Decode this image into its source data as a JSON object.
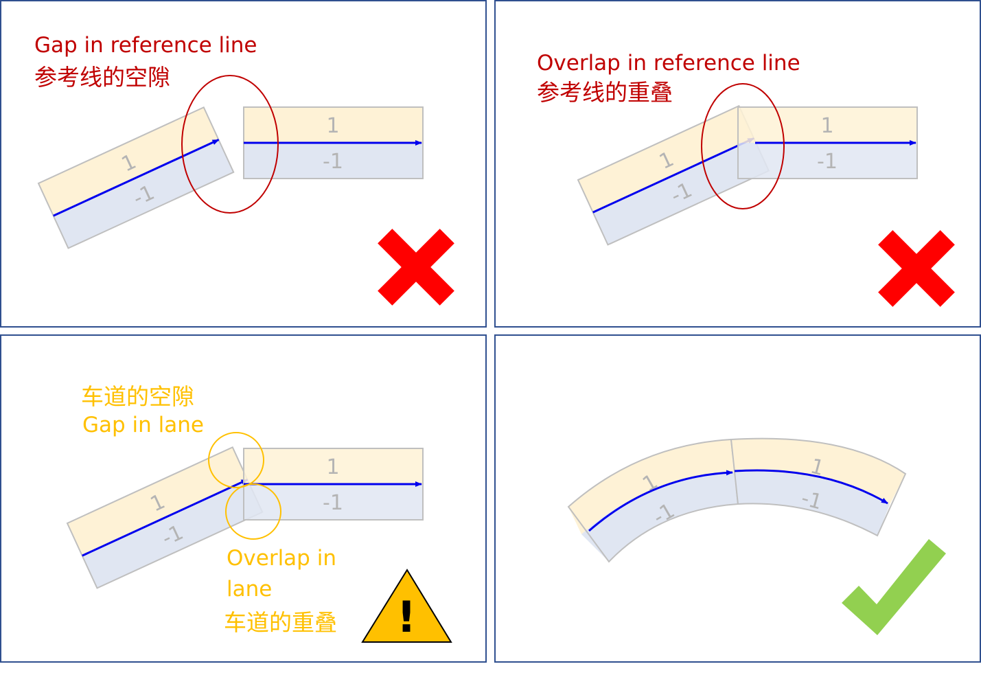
{
  "panels": [
    {
      "id": "gap-reference-line",
      "caption_en": "Gap in reference line",
      "caption_cn": "参考线的空隙",
      "verdict": "cross"
    },
    {
      "id": "overlap-reference-line",
      "caption_en": "Overlap in reference line",
      "caption_cn": "参考线的重叠",
      "verdict": "cross"
    },
    {
      "id": "lane-gap-overlap",
      "gap_cn": "车道的空隙",
      "gap_en": "Gap in lane",
      "overlap_en_line1": "Overlap in",
      "overlap_en_line2": "lane",
      "overlap_cn": "车道的重叠",
      "verdict": "warning",
      "warning_glyph": "!"
    },
    {
      "id": "continuous-curve",
      "verdict": "check"
    }
  ],
  "lane_labels": {
    "left": "1",
    "right": "-1"
  },
  "colors": {
    "panel_border": "#2f4f8f",
    "left_lane": "#fef2d6",
    "right_lane": "#e0e6f2",
    "lane_outline": "#bfbfbf",
    "reference_arrow": "#0000ee",
    "error_text": "#c00000",
    "warning_text": "#ffc000",
    "cross": "#ff0000",
    "warning_fill": "#ffc000",
    "check": "#92d050"
  }
}
